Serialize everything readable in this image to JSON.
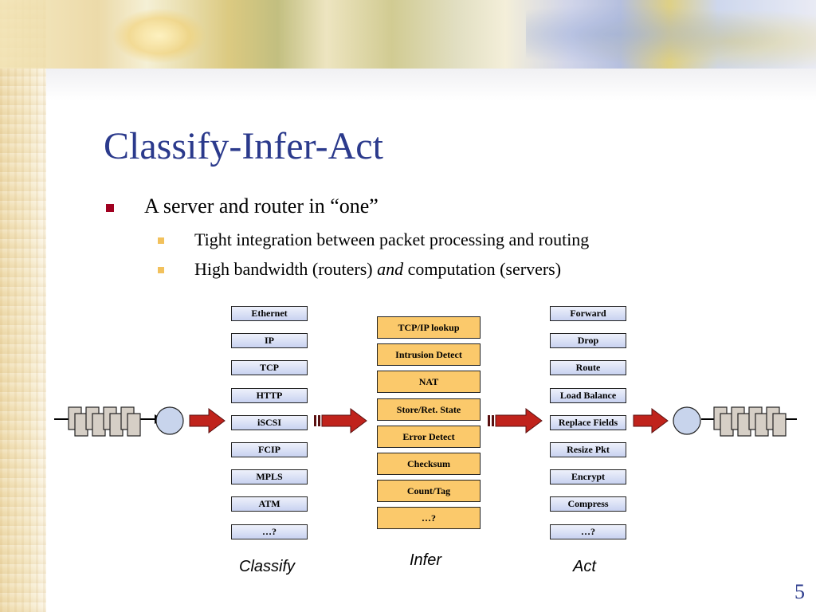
{
  "slide": {
    "title": "Classify-Infer-Act",
    "bullet": "A server and router in “one”",
    "sub1": "Tight integration between packet processing and routing",
    "sub2_pre": "High bandwidth (routers) ",
    "sub2_em": "and",
    "sub2_post": " computation (servers)",
    "page_number": "5"
  },
  "diagram": {
    "classify": {
      "label": "Classify",
      "items": [
        "Ethernet",
        "IP",
        "TCP",
        "HTTP",
        "iSCSI",
        "FCIP",
        "MPLS",
        "ATM",
        "…?"
      ]
    },
    "infer": {
      "label": "Infer",
      "items": [
        "TCP/IP lookup",
        "Intrusion Detect",
        "NAT",
        "Store/Ret. State",
        "Error Detect",
        "Checksum",
        "Count/Tag",
        "…?"
      ]
    },
    "act": {
      "label": "Act",
      "items": [
        "Forward",
        "Drop",
        "Route",
        "Load Balance",
        "Replace Fields",
        "Resize Pkt",
        "Encrypt",
        "Compress",
        "…?"
      ]
    },
    "colors": {
      "title": "#2b3a8c",
      "bullet_l1": "#a00020",
      "bullet_l2": "#f2c15c",
      "classify_box": "#c8d2f0",
      "infer_box": "#fbc96b",
      "arrow": "#c0231c",
      "node": "#c8d4ec",
      "packet": "#d6cfc6"
    }
  }
}
